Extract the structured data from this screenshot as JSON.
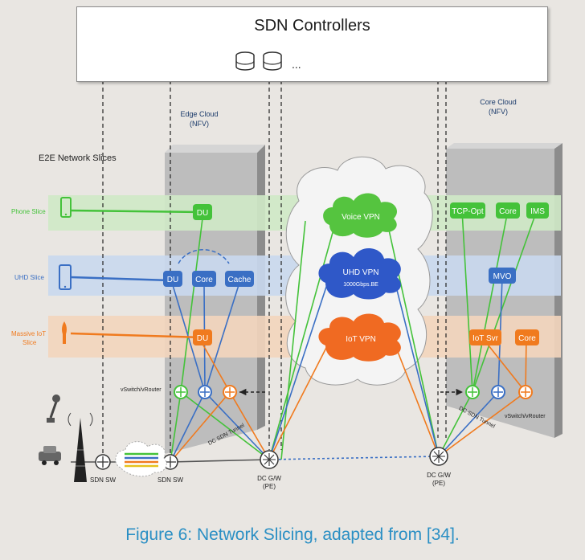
{
  "controller": {
    "title": "SDN Controllers",
    "ellipsis": "..."
  },
  "clouds": {
    "edge": "Edge Cloud\n(NFV)",
    "core": "Core Cloud\n(NFV)"
  },
  "e2e_label": "E2E Network Slices",
  "slices": {
    "phone": "Phone Slice",
    "uhd": "UHD Slice",
    "iot": "Massive IoT\nSlice"
  },
  "edge_nodes": {
    "du_phone": "DU",
    "du_uhd": "DU",
    "core_uhd": "Core",
    "cache": "Cache",
    "du_iot": "DU"
  },
  "core_nodes": {
    "tcp_opt": "TCP-Opt",
    "core_phone": "Core",
    "ims": "IMS",
    "mvo": "MVO",
    "iot_svr": "IoT Svr",
    "core_iot": "Core"
  },
  "vpns": {
    "voice": "Voice VPN",
    "uhd": "UHD VPN",
    "uhd_sub": "1000Gbps.BE",
    "iot": "IoT VPN"
  },
  "labels": {
    "vswitch_left": "vSwitch/vRouter",
    "vswitch_right": "vSwitch/vRouter",
    "tunnel_left": "DC SDN Tunnel",
    "tunnel_right": "DC SDN Tunnel",
    "sdn_sw_1": "SDN SW",
    "sdn_sw_2": "SDN SW",
    "dc_gw_left": "DC G/W\n(PE)",
    "dc_gw_right": "DC G/W\n(PE)"
  },
  "caption": "Figure 6: Network Slicing, adapted from [34].",
  "colors": {
    "green": "#44c23a",
    "blue": "#3a6fc4",
    "orange": "#f07a1e",
    "band_green": "#cfe9c7",
    "band_blue": "#c9d8ee",
    "band_orange": "#f3d5bd"
  }
}
